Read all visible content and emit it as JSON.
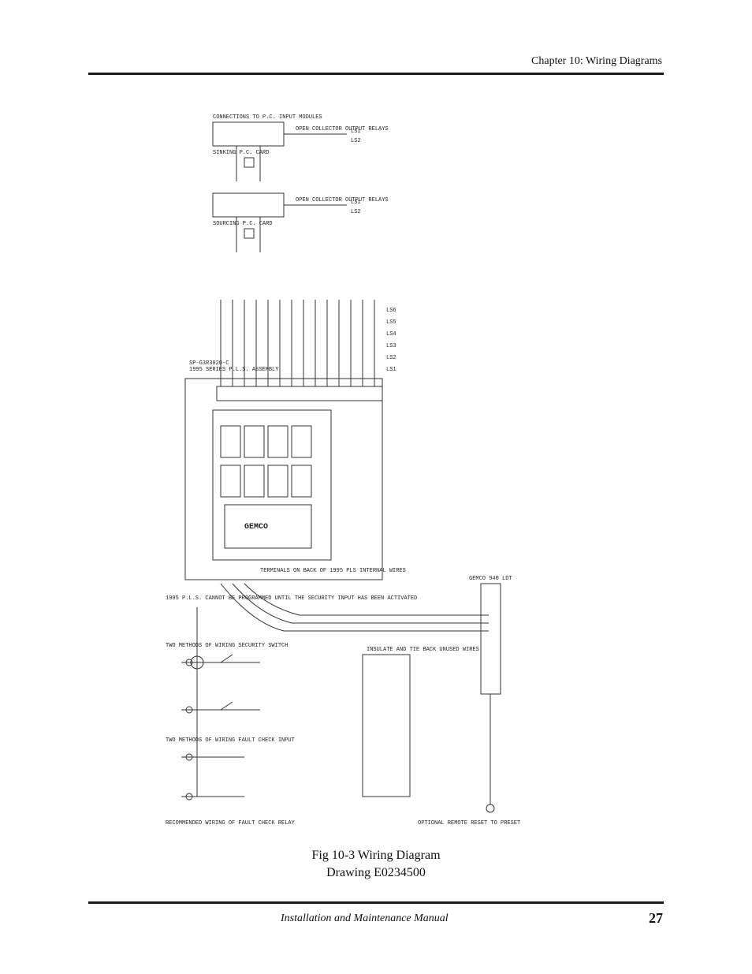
{
  "header": {
    "chapter": "Chapter 10: Wiring Diagrams"
  },
  "figure": {
    "caption_line1": "Fig 10-3  Wiring Diagram",
    "caption_line2": "Drawing E0234500",
    "drawing_texts": {
      "assembly_title": "1995 SERIES P.L.S. ASSEMBLY",
      "assembly_part": "SP-G3R3020-C",
      "insulate_note": "INSULATE AND TIE BACK UNUSED WIRES",
      "encoder": "GEMCO 940 LDT",
      "connections_title": "CONNECTIONS TO P.C. INPUT MODULES",
      "sinking_card": "SINKING P.C. CARD",
      "sourcing_card": "SOURCING P.C. CARD",
      "open_collector_top": "OPEN COLLECTOR OUTPUT RELAYS",
      "open_collector_bottom": "OPEN COLLECTOR OUTPUT RELAYS",
      "terminals_note": "TERMINALS ON BACK OF 1995 PLS INTERNAL WIRES",
      "security_note": "1995 P.L.S. CANNOT BE PROGRAMMED UNTIL THE SECURITY INPUT HAS BEEN ACTIVATED",
      "wiring_methods": "TWO METHODS OF WIRING SECURITY SWITCH",
      "fault_check_methods": "TWO METHODS OF WIRING FAULT CHECK INPUT",
      "fault_relay": "RECOMMENDED WIRING OF FAULT CHECK RELAY",
      "motion_detector": "OPTIONAL REMOTE RESET TO PRESET",
      "gemco_logo": "GEMCO",
      "ls_labels": [
        "LS6",
        "LS5",
        "LS4",
        "LS3",
        "LS2",
        "LS1"
      ],
      "pc_labels": [
        "LS1",
        "LS2",
        "LS1",
        "LS2"
      ]
    }
  },
  "footer": {
    "manual": "Installation and Maintenance Manual",
    "page": "27"
  }
}
